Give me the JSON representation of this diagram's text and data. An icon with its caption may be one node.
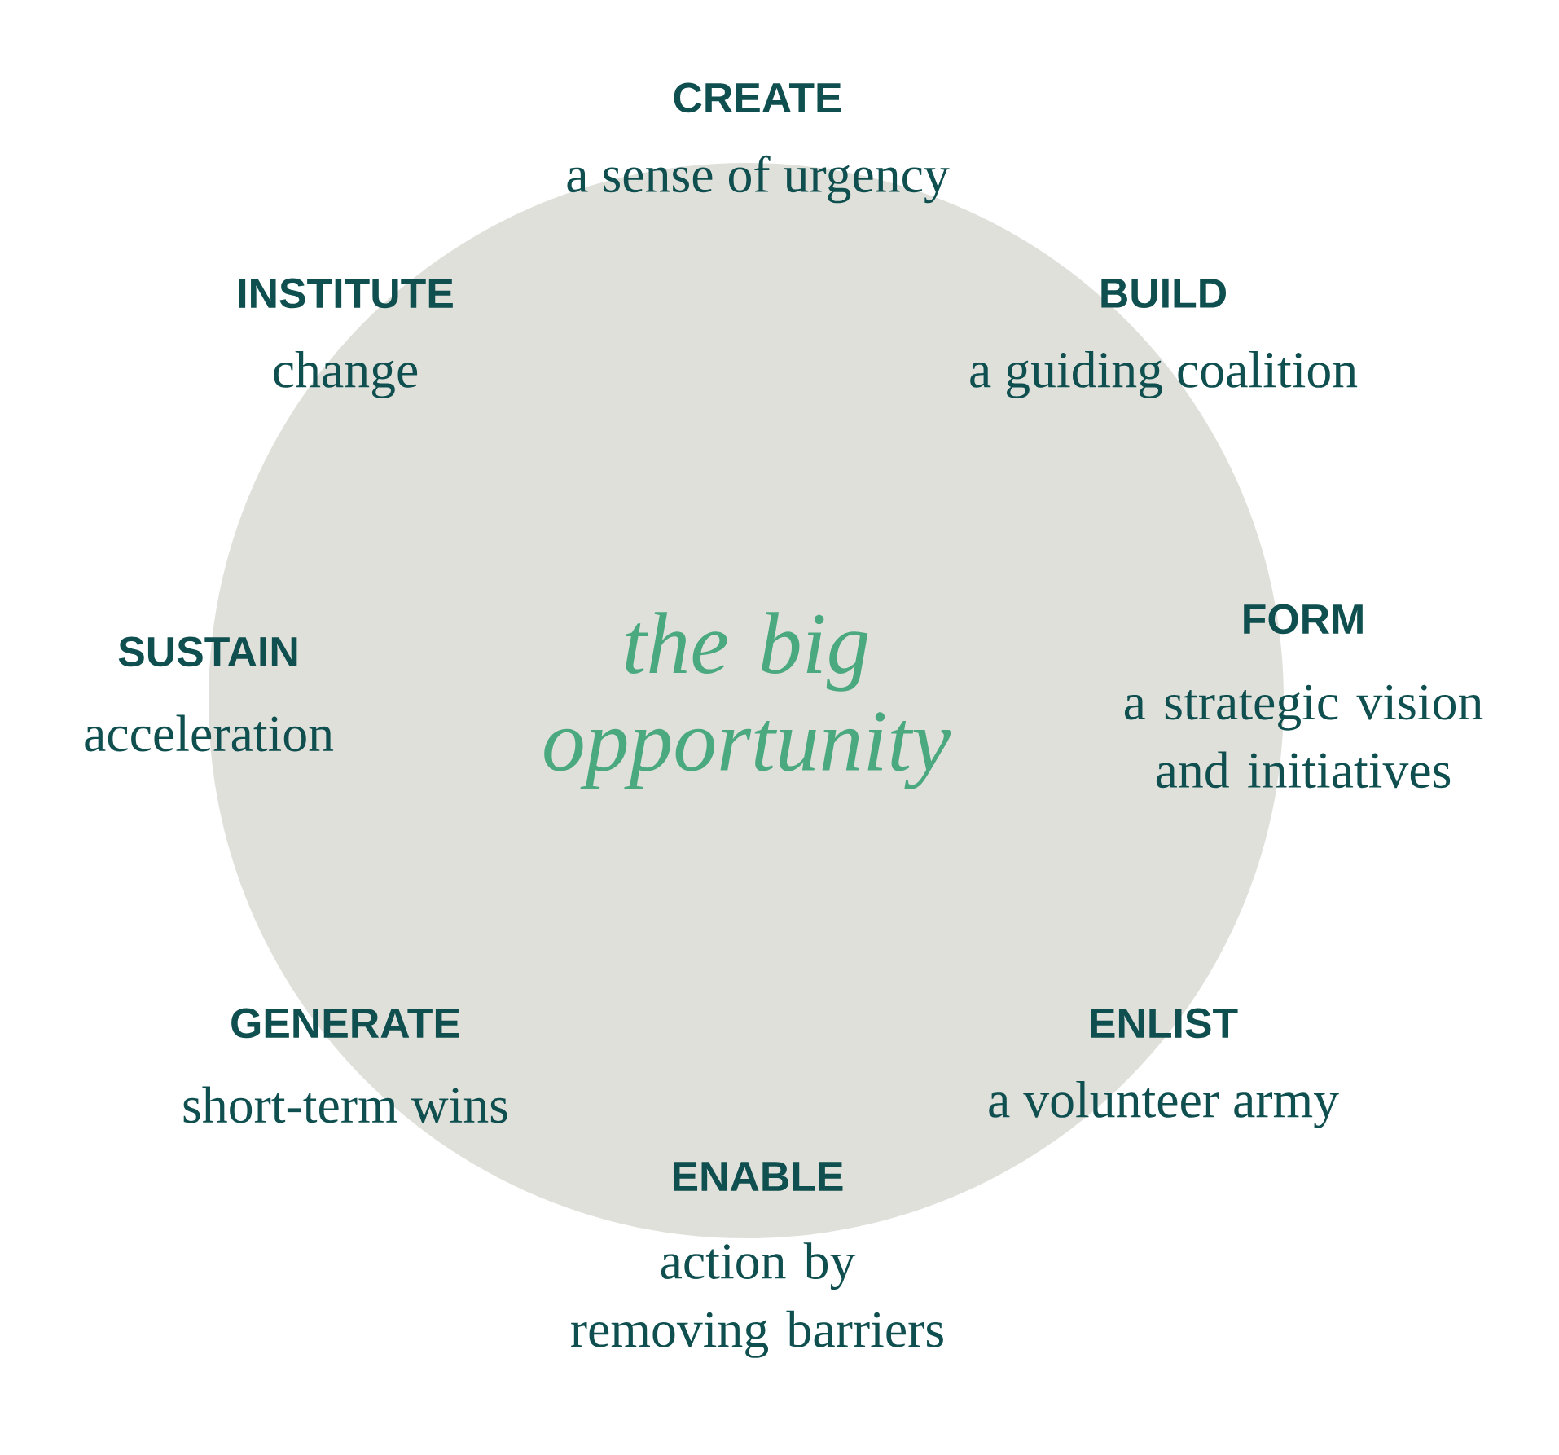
{
  "diagram": {
    "nodes": [
      {
        "text": [
          "the big opportunity"
        ]
      }
    ],
    "edges": [],
    "labels": [
      "CREATE",
      "a sense of urgency",
      "INSTITUTE",
      "change",
      "BUILD",
      "a guiding coalition",
      "FORM",
      "a strategic vision and initiatives",
      "SUSTAIN",
      "acceleration",
      "GENERATE",
      "short-term wins",
      "ENLIST",
      "a volunteer army",
      "ENABLE",
      "action by removing barriers"
    ]
  }
}
